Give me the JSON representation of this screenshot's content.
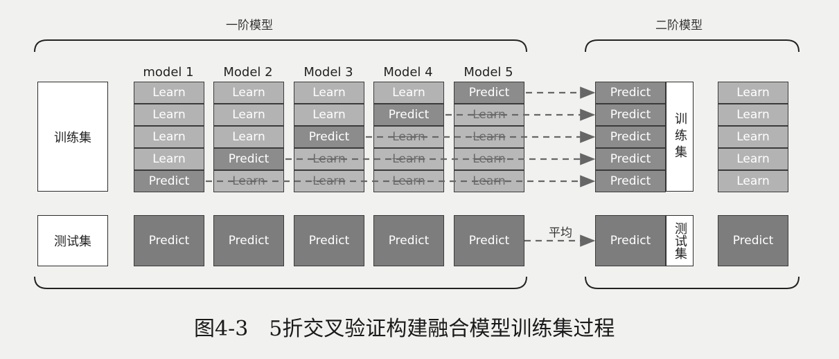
{
  "stage1_title": "一阶模型",
  "stage2_title": "二阶模型",
  "model_labels": [
    "model 1",
    "Model 2",
    "Model 3",
    "Model 4",
    "Model 5"
  ],
  "train_set_label": "训练集",
  "test_set_label": "测试集",
  "learn_label": "Learn",
  "predict_label": "Predict",
  "average_label": "平均",
  "folds": [
    [
      "Learn",
      "Learn",
      "Learn",
      "Learn",
      "Predict"
    ],
    [
      "Learn",
      "Learn",
      "Learn",
      "Predict",
      "Learn"
    ],
    [
      "Learn",
      "Learn",
      "Predict",
      "Learn",
      "Learn"
    ],
    [
      "Learn",
      "Predict",
      "Learn",
      "Learn",
      "Learn"
    ],
    [
      "Predict",
      "Learn",
      "Learn",
      "Learn",
      "Learn"
    ]
  ],
  "stage2_train_column": [
    "Predict",
    "Predict",
    "Predict",
    "Predict",
    "Predict"
  ],
  "stage2_train_label": "训练集",
  "stage2_test_label": "测试集",
  "stage2_model_column": [
    "Learn",
    "Learn",
    "Learn",
    "Learn",
    "Learn"
  ],
  "stage2_test_predict": "Predict",
  "stage2_test_result": "Predict",
  "caption": "图4-3　5折交叉验证构建融合模型训练集过程",
  "colors": {
    "background": "#f1f1ef",
    "learn_cell": "#b3b3b3",
    "predict_cell": "#8c8c8c",
    "test_predict_cell": "#7d7d7d",
    "arrow": "#666666"
  }
}
